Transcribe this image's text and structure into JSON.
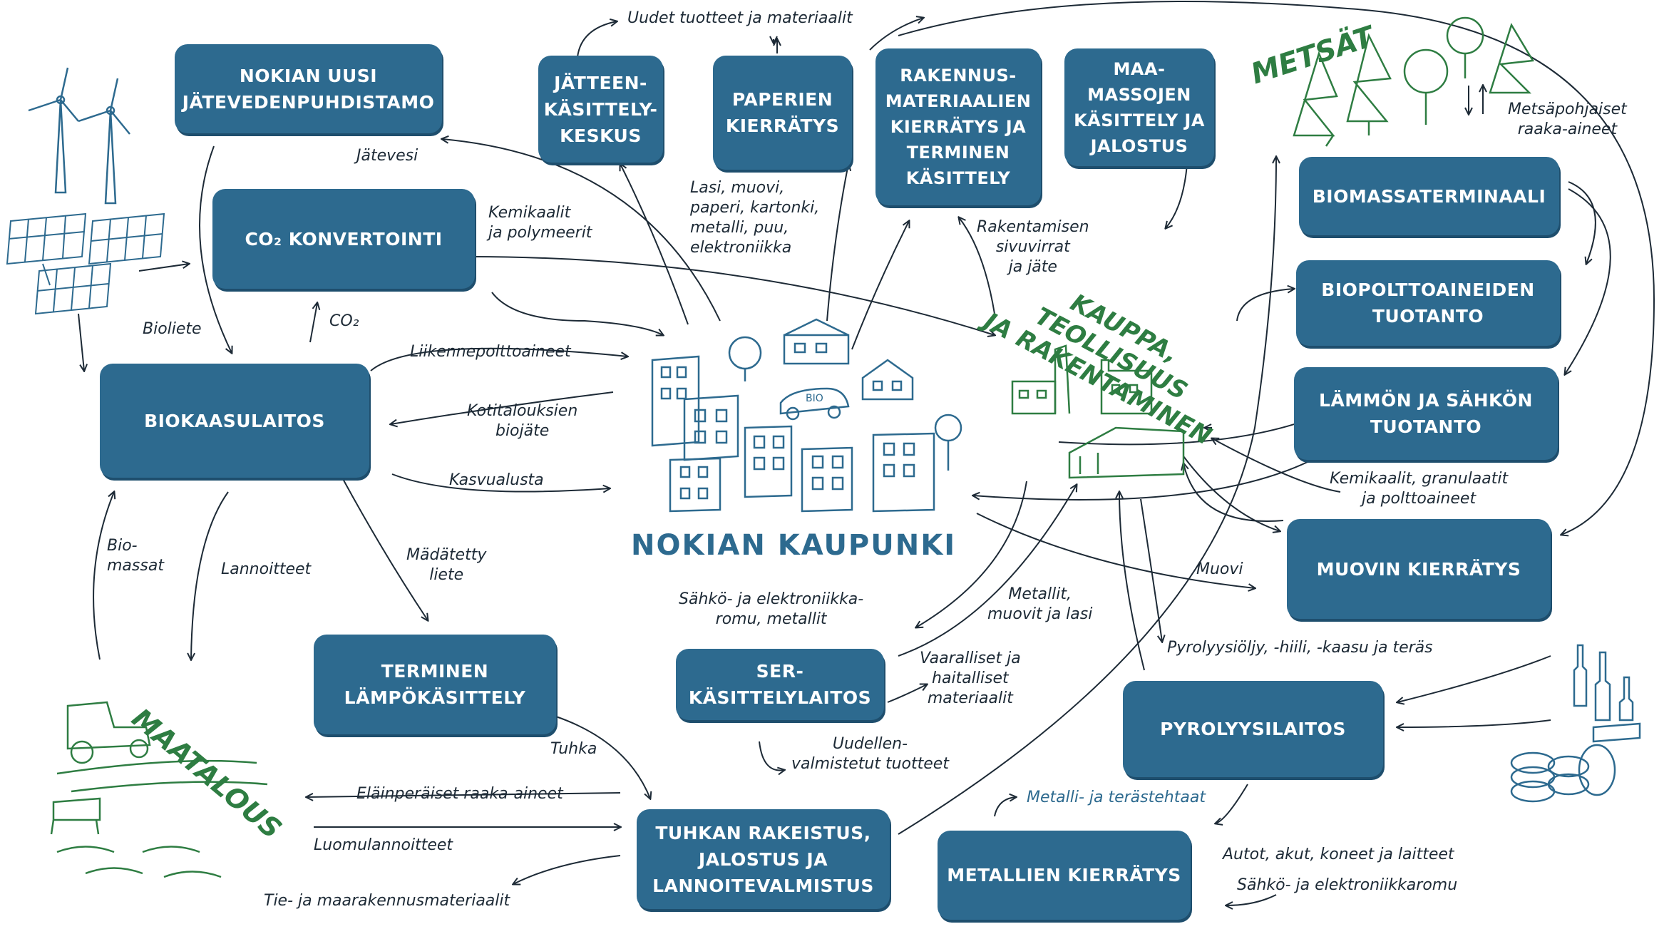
{
  "boxes": {
    "jatevedenpuhdistamo": "NOKIAN UUSI\nJÄTEVEDENPUHDISTAMO",
    "co2_konvertointi": "CO₂ KONVERTOINTI",
    "biokaasulaitos": "BIOKAASULAITOS",
    "jatteenkasittely": "JÄTTEEN-\nKÄSITTELY-\nKESKUS",
    "paperien_kierratys": "PAPERIEN\nKIERRÄTYS",
    "rakennusmateriaalien": "RAKENNUS-\nMATERIAALIEN\nKIERRÄTYS JA\nTERMINEN\nKÄSITTELY",
    "maamassojen": "MAA-\nMASSOJEN\nKÄSITTELY JA\nJALOSTUS",
    "biomassaterminaali": "BIOMASSATERMINAALI",
    "biopolttoaineiden": "BIOPOLTTOAINEIDEN\nTUOTANTO",
    "lammon_sahkon": "LÄMMÖN JA SÄHKÖN\nTUOTANTO",
    "muovin_kierratys": "MUOVIN KIERRÄTYS",
    "terminen_lampo": "TERMINEN\nLÄMPÖKÄSITTELY",
    "ser_kasittely": "SER-\nKÄSITTELYLAITOS",
    "pyrolyysilaitos": "PYROLYYSILAITOS",
    "tuhkan_rakeistus": "TUHKAN RAKEISTUS,\nJALOSTUS JA\nLANNOITEVALMISTUS",
    "metallien_kierratys": "METALLIEN KIERRÄTYS"
  },
  "labels": {
    "uudet_tuotteet": "Uudet tuotteet ja materiaalit",
    "jatevesi": "Jätevesi",
    "kemikaalit_polymeerit": "Kemikaalit\nja polymeerit",
    "lasi_muovi": "Lasi, muovi,\npaperi, kartonki,\nmetalli, puu,\nelektroniikka",
    "rakentamisen": "Rakentamisen\nsivuvirrat\nja jäte",
    "metsapohjaiset": "Metsäpohjaiset\nraaka-aineet",
    "bioliete": "Bioliete",
    "co2": "CO₂",
    "liikennepolttoaineet": "Liikennepolttoaineet",
    "kotitalouksien": "Kotitalouksien\nbiojäte",
    "kasvualusta": "Kasvualusta",
    "kemikaalit_granulaatit": "Kemikaalit, granulaatit\nja polttoaineet",
    "biomassat": "Bio-\nmassat",
    "lannoitteet": "Lannoitteet",
    "madatetty": "Mädätetty\nliete",
    "muovi": "Muovi",
    "sahko_elektroniikka": "Sähkö- ja elektroniikka-\nromu, metallit",
    "metallit_muovit": "Metallit,\nmuovit ja lasi",
    "pyrolyysioljy": "Pyrolyysiöljy, -hiili, -kaasu ja teräs",
    "vaaralliset": "Vaaralliset ja\nhaitalliset\nmateriaalit",
    "uudellen": "Uudellen-\nvalmistetut tuotteet",
    "tuhka": "Tuhka",
    "elainperaiset": "Eläinperäiset raaka-aineet",
    "luomulannoitteet": "Luomulannoitteet",
    "tie_maarakennus": "Tie- ja maarakennusmateriaalit",
    "metalli_terastehtaat": "Metalli- ja terästehtaat",
    "autot_akut": "Autot, akut, koneet ja laitteet",
    "sahko_elektroniikkaromu": "Sähkö- ja elektroniikkaromu"
  },
  "titles": {
    "metsat": "METSÄT",
    "kauppa": "KAUPPA,\nTEOLLISUUS\nJA RAKENTAMINEN",
    "maatalous": "MAATALOUS",
    "nokian_kaupunki": "NOKIAN KAUPUNKI",
    "bio_car": "BIO"
  },
  "colors": {
    "box": "#2d6a8f",
    "green": "#2e7d42",
    "ink": "#1d2a36",
    "city_blue": "#2d6a8f"
  }
}
